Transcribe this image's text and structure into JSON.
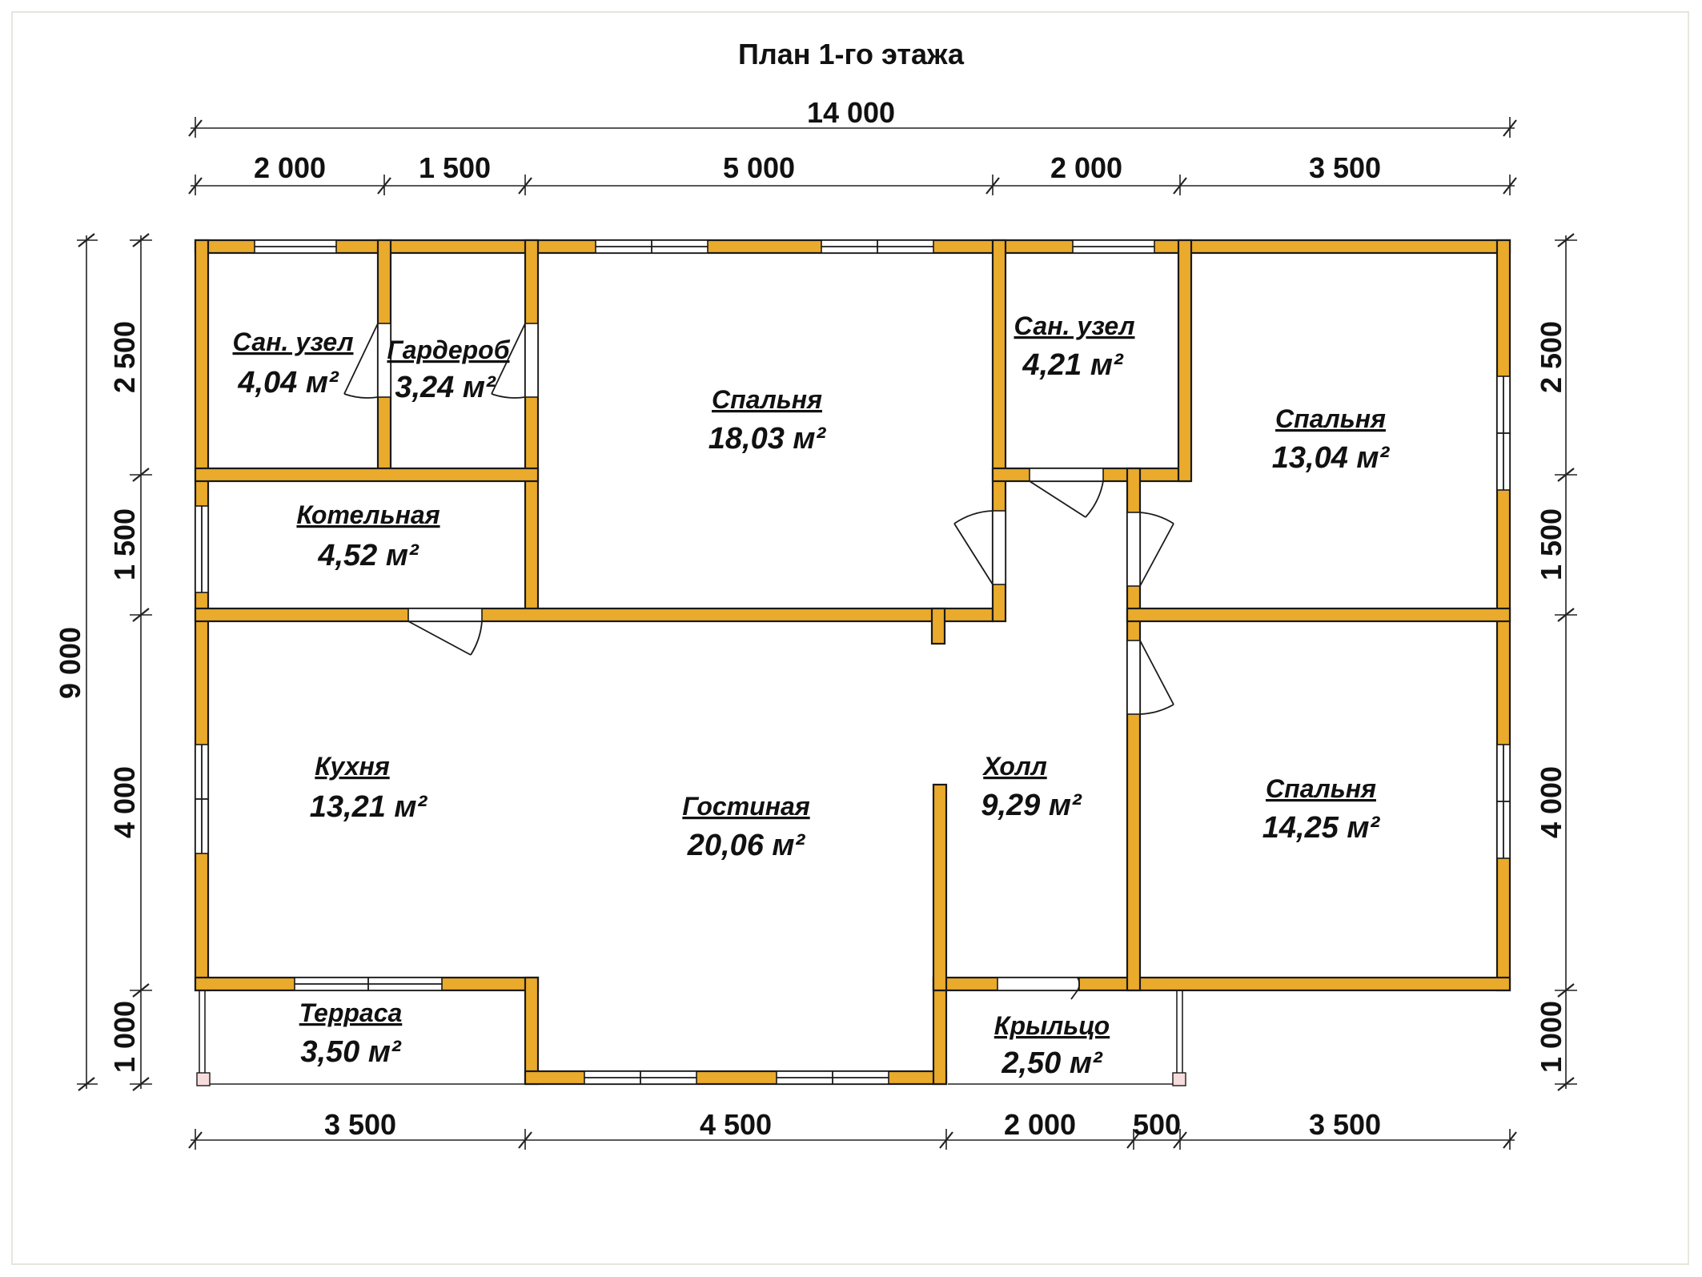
{
  "title": "План 1-го этажа",
  "dimensions": {
    "top_total": "14 000",
    "top_segments": [
      "2 000",
      "1 500",
      "5 000",
      "2 000",
      "3 500"
    ],
    "bottom_segments": [
      "3 500",
      "4 500",
      "2 000",
      "500",
      "3 500"
    ],
    "left_total": "9 000",
    "left_segments": [
      "2 500",
      "1 500",
      "4 000",
      "1 000"
    ],
    "right_segments": [
      "2 500",
      "1 500",
      "4 000",
      "1 000"
    ]
  },
  "rooms": [
    {
      "id": "bath1",
      "name": "Сан. узел",
      "area": "4,04 м²"
    },
    {
      "id": "wardrobe",
      "name": "Гардероб",
      "area": "3,24 м²"
    },
    {
      "id": "bedroom1",
      "name": "Спальня",
      "area": "18,03 м²"
    },
    {
      "id": "bath2",
      "name": "Сан. узел",
      "area": "4,21 м²"
    },
    {
      "id": "bedroom2",
      "name": "Спальня",
      "area": "13,04 м²"
    },
    {
      "id": "boiler",
      "name": "Котельная",
      "area": "4,52 м²"
    },
    {
      "id": "kitchen",
      "name": "Кухня",
      "area": "13,21 м²"
    },
    {
      "id": "living",
      "name": "Гостиная",
      "area": "20,06 м²"
    },
    {
      "id": "hall",
      "name": "Холл",
      "area": "9,29 м²"
    },
    {
      "id": "bedroom3",
      "name": "Спальня",
      "area": "14,25 м²"
    },
    {
      "id": "terrace",
      "name": "Терраса",
      "area": "3,50 м²"
    },
    {
      "id": "porch",
      "name": "Крыльцо",
      "area": "2,50 м²"
    }
  ],
  "colors": {
    "wall": "#eaaa2c",
    "line": "#1a1a1a",
    "background": "#ffffff"
  }
}
